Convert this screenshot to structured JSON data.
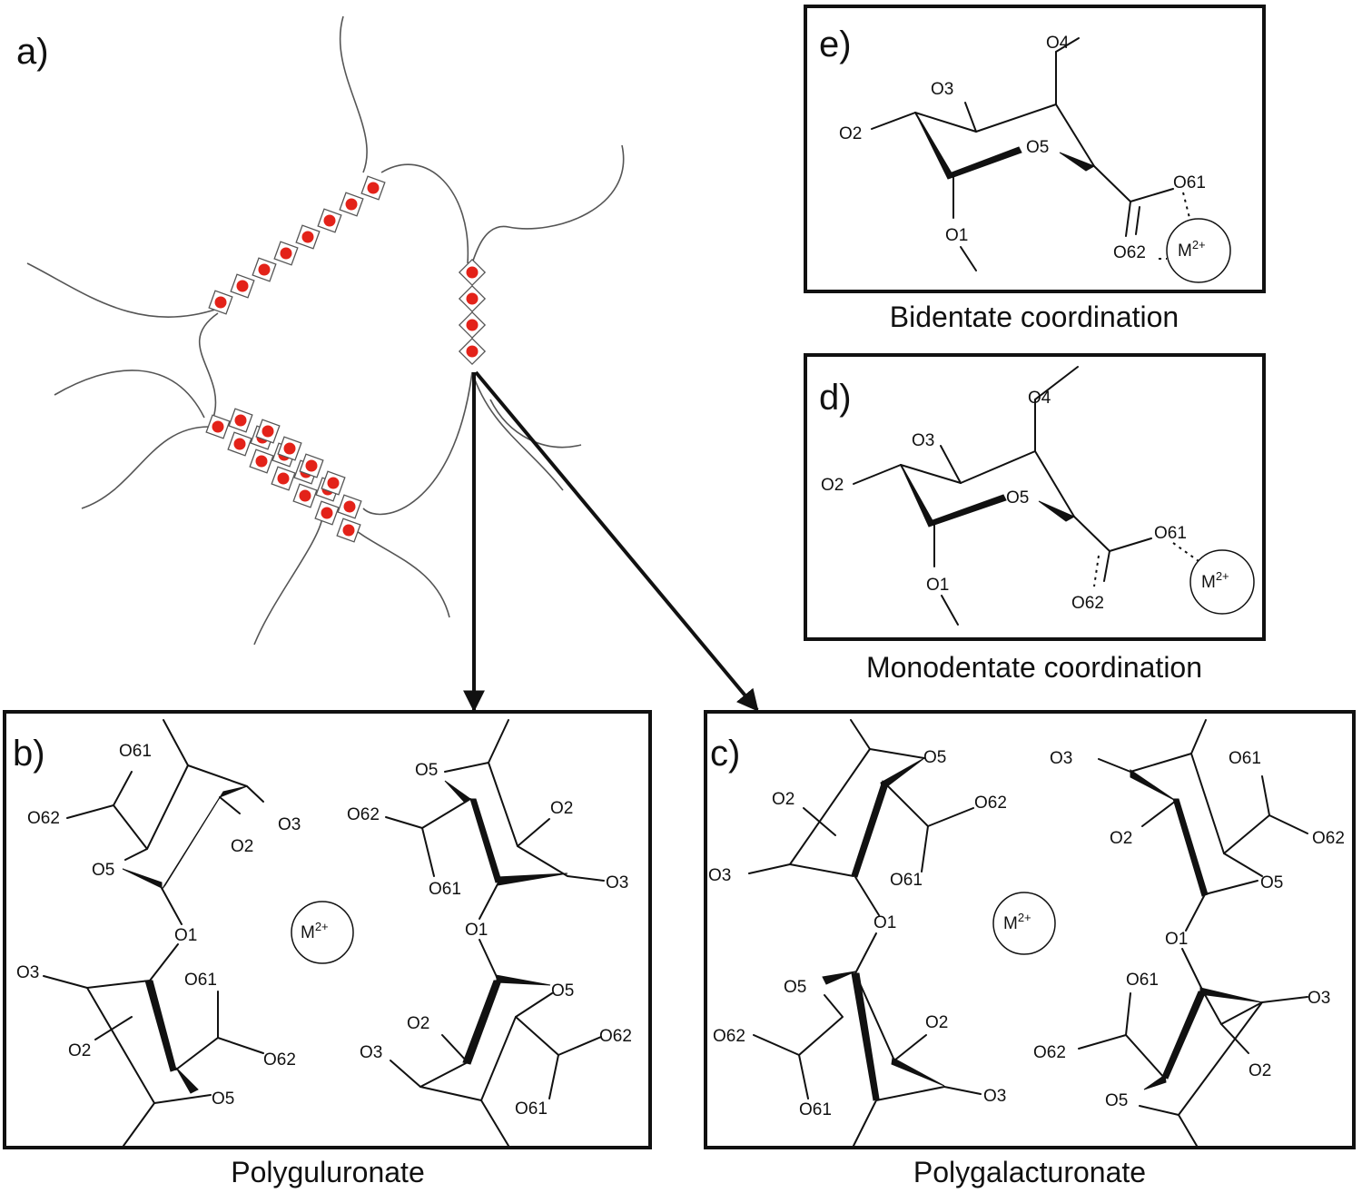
{
  "panels": {
    "a": {
      "label": "a)"
    },
    "b": {
      "label": "b)",
      "caption": "Polyguluronate"
    },
    "c": {
      "label": "c)",
      "caption": "Polygalacturonate"
    },
    "d": {
      "label": "d)",
      "caption": "Monodentate coordination"
    },
    "e": {
      "label": "e)",
      "caption": "Bidentate coordination"
    }
  },
  "ion_label": "M",
  "ion_charge": "2+",
  "atoms": {
    "O1": "O1",
    "O2": "O2",
    "O3": "O3",
    "O4": "O4",
    "O5": "O5",
    "O61": "O61",
    "O62": "O62"
  },
  "colors": {
    "junction_dot": "#e32219",
    "strand": "#555555",
    "ink": "#111111"
  }
}
